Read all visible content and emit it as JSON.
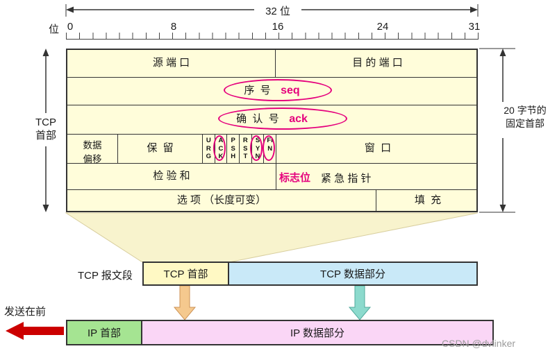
{
  "top": {
    "width_label": "32 位",
    "bit_label": "位",
    "ticks": [
      "0",
      "8",
      "16",
      "24",
      "31"
    ]
  },
  "table": {
    "source_port": "源 端 口",
    "dest_port": "目 的 端 口",
    "seq_label": "序  号",
    "seq_highlight": "seq",
    "ack_label": "确  认  号",
    "ack_highlight": "ack",
    "data_offset_line1": "数据",
    "data_offset_line2": "偏移",
    "reserved": "保  留",
    "flags": [
      "URG",
      "ACK",
      "PSH",
      "RST",
      "SYN",
      "FIN"
    ],
    "window": "窗  口",
    "checksum": "检 验 和",
    "flags_label": "标志位",
    "urgent_pointer": "紧 急 指 针",
    "options": "选 项 （长度可变）",
    "padding": "填  充"
  },
  "side": {
    "left_line1": "TCP",
    "left_line2": "首部",
    "right_line1": "20 字节的",
    "right_line2": "固定首部"
  },
  "segment": {
    "label": "TCP 报文段",
    "header": "TCP 首部",
    "data": "TCP 数据部分"
  },
  "ip": {
    "send_label": "发送在前",
    "header": "IP 首部",
    "data": "IP 数据部分"
  },
  "watermark": "CSDN @dvlinker",
  "colors": {
    "table_bg": "#FFFDDA",
    "segment_header_bg": "#FFF9C4",
    "tcp_data_bg": "#C9E9F8",
    "ip_header_bg": "#A5E492",
    "ip_data_bg": "#FAD6F6",
    "highlight": "#E5007D",
    "red_arrow": "#CC0000"
  }
}
